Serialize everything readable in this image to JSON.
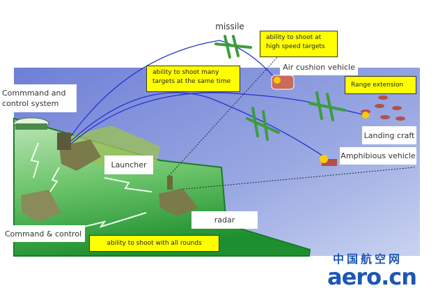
{
  "labels": {
    "missile": "missile",
    "air_cushion": "Air cushion vehicle",
    "cmd_system": "Commmand and control system",
    "landing_craft": "Landing craft",
    "amphibious": "Amphibious vehicle",
    "launcher": "Launcher",
    "radar": "radar",
    "cmd_control": "Command & control"
  },
  "callouts": {
    "high_speed": "ability to shoot at high speed targets",
    "many_targets": "ability to shoot many targets at the same time",
    "range": "Range extension",
    "all_rounds": "ability to shoot with all rounds"
  },
  "logo": {
    "cn": "中国航空网",
    "en": "aero.cn"
  },
  "colors": {
    "sky": "#7f8fd8",
    "land": "#4caf50",
    "callout": "#ffff00",
    "trajectory": "#2233cc"
  }
}
